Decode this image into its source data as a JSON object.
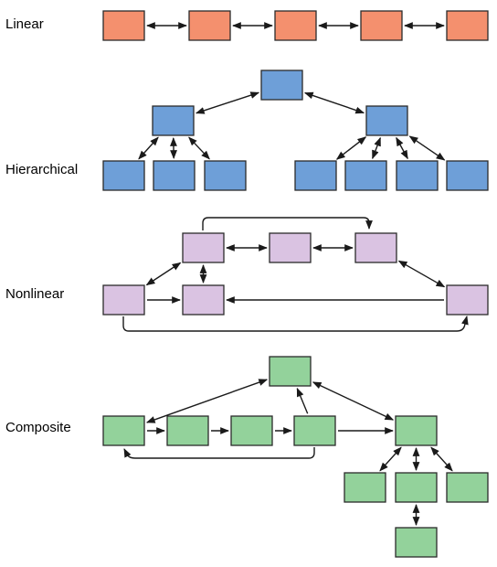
{
  "labels": {
    "linear": "Linear",
    "hierarchical": "Hierarchical",
    "nonlinear": "Nonlinear",
    "composite": "Composite"
  },
  "colors": {
    "linear": "#f4906e",
    "hierarchical": "#6e9fd8",
    "nonlinear": "#dac3e2",
    "composite": "#93d29b",
    "stroke": "#2b2b2b",
    "arrow": "#1a1a1a"
  }
}
